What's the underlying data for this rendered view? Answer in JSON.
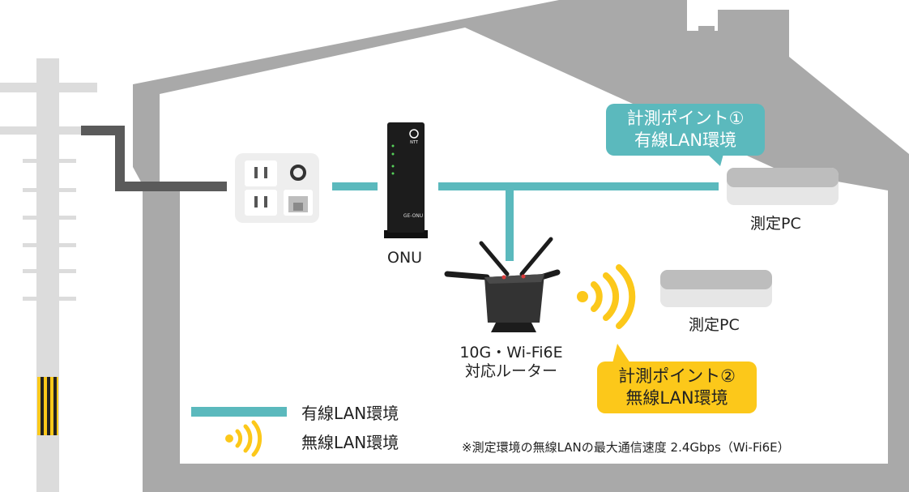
{
  "colors": {
    "house": "#a9a9a9",
    "pole": "#dcdcdc",
    "wired": "#5bb9bd",
    "wireless": "#fcc81a",
    "cable": "#5a5a5a"
  },
  "devices": {
    "onu_label": "ONU",
    "onu_brand": "NTT",
    "onu_model": "GE-ONU",
    "router_label_line1": "10G・Wi-Fi6E",
    "router_label_line2": "対応ルーター",
    "pc1_label": "測定PC",
    "pc2_label": "測定PC"
  },
  "callouts": {
    "point1_line1": "計測ポイント①",
    "point1_line2": "有線LAN環境",
    "point2_line1": "計測ポイント②",
    "point2_line2": "無線LAN環境"
  },
  "legend": {
    "wired_label": "有線LAN環境",
    "wireless_label": "無線LAN環境"
  },
  "note": "※測定環境の無線LANの最大通信速度 2.4Gbps（Wi-Fi6E）"
}
